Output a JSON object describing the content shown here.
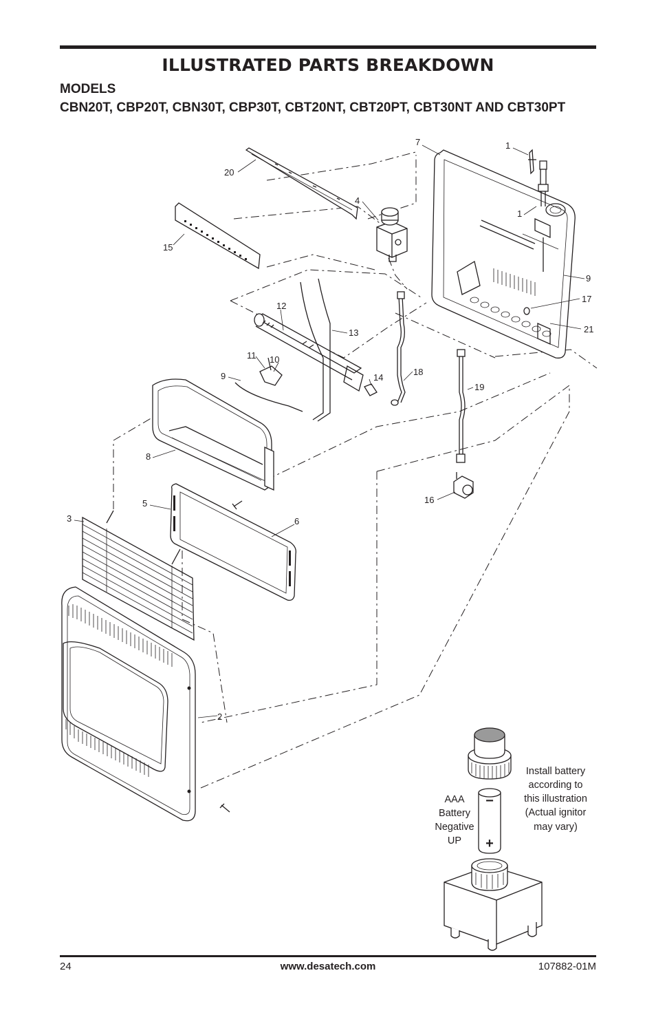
{
  "header": {
    "title": "ILLUSTRATED PARTS BREAKDOWN",
    "models_label": "MODELS",
    "models_list": "CBN20T, CBP20T, CBN30T, CBP30T, CBT20NT, CBT20PT, CBT30NT AND CBT30PT"
  },
  "diagram": {
    "part_labels": [
      "1",
      "1",
      "2",
      "3",
      "4",
      "5",
      "6",
      "7",
      "8",
      "9",
      "9",
      "10",
      "11",
      "12",
      "13",
      "14",
      "15",
      "16",
      "17",
      "18",
      "19",
      "20",
      "21"
    ],
    "battery_label_lines": [
      "AAA",
      "Battery",
      "Negative",
      "UP"
    ],
    "install_note_lines": [
      "Install battery",
      "according to",
      "this illustration",
      "(Actual ignitor",
      "may vary)"
    ],
    "battery_neg_symbol": "−",
    "battery_pos_symbol": "+"
  },
  "footer": {
    "page_number": "24",
    "website": "www.desatech.com",
    "doc_code": "107882-01M"
  }
}
